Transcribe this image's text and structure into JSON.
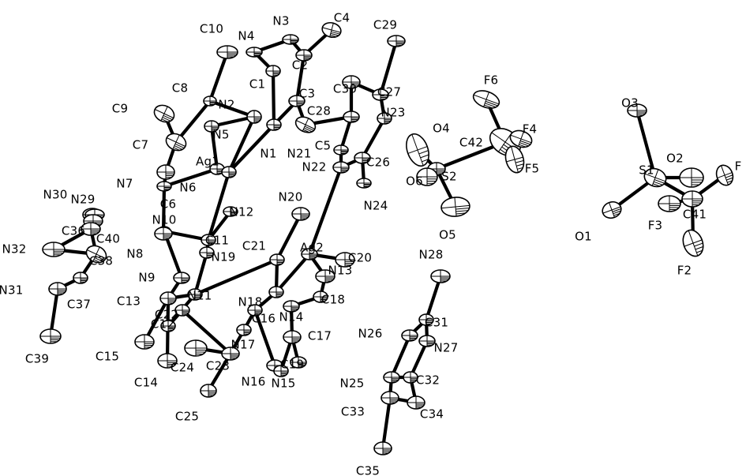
{
  "figure": {
    "type": "ORTEP crystal structure diagram",
    "atoms": [
      {
        "id": "C10",
        "label": "C10"
      },
      {
        "id": "N4",
        "label": "N4"
      },
      {
        "id": "N3",
        "label": "N3"
      },
      {
        "id": "C4",
        "label": "C4"
      },
      {
        "id": "C29",
        "label": "C29"
      },
      {
        "id": "C2",
        "label": "C2"
      },
      {
        "id": "C1",
        "label": "C1"
      },
      {
        "id": "C8",
        "label": "C8"
      },
      {
        "id": "C9",
        "label": "C9"
      },
      {
        "id": "N2",
        "label": "N2"
      },
      {
        "id": "C3",
        "label": "C3"
      },
      {
        "id": "C30",
        "label": "C30"
      },
      {
        "id": "C27",
        "label": "C27"
      },
      {
        "id": "C28",
        "label": "C28"
      },
      {
        "id": "N23",
        "label": "N23"
      },
      {
        "id": "F6",
        "label": "F6"
      },
      {
        "id": "O3",
        "label": "O3"
      },
      {
        "id": "N5",
        "label": "N5"
      },
      {
        "id": "C7",
        "label": "C7"
      },
      {
        "id": "N1",
        "label": "N1"
      },
      {
        "id": "C5",
        "label": "C5"
      },
      {
        "id": "O4",
        "label": "O4"
      },
      {
        "id": "C42",
        "label": "C42"
      },
      {
        "id": "F4",
        "label": "F4"
      },
      {
        "id": "N21",
        "label": "N21"
      },
      {
        "id": "S1",
        "label": "S1"
      },
      {
        "id": "O2",
        "label": "O2"
      },
      {
        "id": "F1",
        "label": "F"
      },
      {
        "id": "N7",
        "label": "N7"
      },
      {
        "id": "N6",
        "label": "N6"
      },
      {
        "id": "Ag1",
        "label": "Ag1"
      },
      {
        "id": "N22",
        "label": "N22"
      },
      {
        "id": "C26",
        "label": "C26"
      },
      {
        "id": "S2",
        "label": "S2"
      },
      {
        "id": "F5",
        "label": "F5"
      },
      {
        "id": "O6",
        "label": "O6"
      },
      {
        "id": "C6",
        "label": "C6"
      },
      {
        "id": "N30",
        "label": "N30"
      },
      {
        "id": "N29",
        "label": "N29"
      },
      {
        "id": "N20",
        "label": "N20"
      },
      {
        "id": "N24",
        "label": "N24"
      },
      {
        "id": "C41",
        "label": "C41"
      },
      {
        "id": "F3",
        "label": "F3"
      },
      {
        "id": "O1",
        "label": "O1"
      },
      {
        "id": "N10",
        "label": "N10"
      },
      {
        "id": "N12",
        "label": "N12"
      },
      {
        "id": "O5",
        "label": "O5"
      },
      {
        "id": "C40",
        "label": "C40"
      },
      {
        "id": "C36",
        "label": "C36"
      },
      {
        "id": "N32",
        "label": "N32"
      },
      {
        "id": "N8",
        "label": "N8"
      },
      {
        "id": "C11",
        "label": "C11"
      },
      {
        "id": "C21",
        "label": "C21"
      },
      {
        "id": "N19",
        "label": "N19"
      },
      {
        "id": "Ag2",
        "label": "Ag2"
      },
      {
        "id": "C20",
        "label": "C20"
      },
      {
        "id": "N28",
        "label": "N28"
      },
      {
        "id": "F2",
        "label": "F2"
      },
      {
        "id": "C38",
        "label": "C38"
      },
      {
        "id": "N9",
        "label": "N9"
      },
      {
        "id": "N13",
        "label": "N13"
      },
      {
        "id": "N31",
        "label": "N31"
      },
      {
        "id": "C37",
        "label": "C37"
      },
      {
        "id": "N11",
        "label": "N11"
      },
      {
        "id": "N18",
        "label": "N18"
      },
      {
        "id": "C18",
        "label": "C18"
      },
      {
        "id": "C13",
        "label": "C13"
      },
      {
        "id": "C22",
        "label": "C22"
      },
      {
        "id": "C16",
        "label": "C16"
      },
      {
        "id": "N14",
        "label": "N14"
      },
      {
        "id": "C31",
        "label": "C31"
      },
      {
        "id": "C12",
        "label": "C12"
      },
      {
        "id": "N17",
        "label": "N17"
      },
      {
        "id": "C17",
        "label": "C17"
      },
      {
        "id": "N26",
        "label": "N26"
      },
      {
        "id": "N27",
        "label": "N27"
      },
      {
        "id": "C15",
        "label": "C15"
      },
      {
        "id": "C39",
        "label": "C39"
      },
      {
        "id": "C24",
        "label": "C24"
      },
      {
        "id": "C23",
        "label": "C23"
      },
      {
        "id": "C19",
        "label": "C19"
      },
      {
        "id": "N16",
        "label": "N16"
      },
      {
        "id": "N15",
        "label": "N15"
      },
      {
        "id": "C14",
        "label": "C14"
      },
      {
        "id": "N25",
        "label": "N25"
      },
      {
        "id": "C32",
        "label": "C32"
      },
      {
        "id": "C33",
        "label": "C33"
      },
      {
        "id": "C34",
        "label": "C34"
      },
      {
        "id": "C25",
        "label": "C25"
      },
      {
        "id": "C35",
        "label": "C35"
      }
    ]
  }
}
